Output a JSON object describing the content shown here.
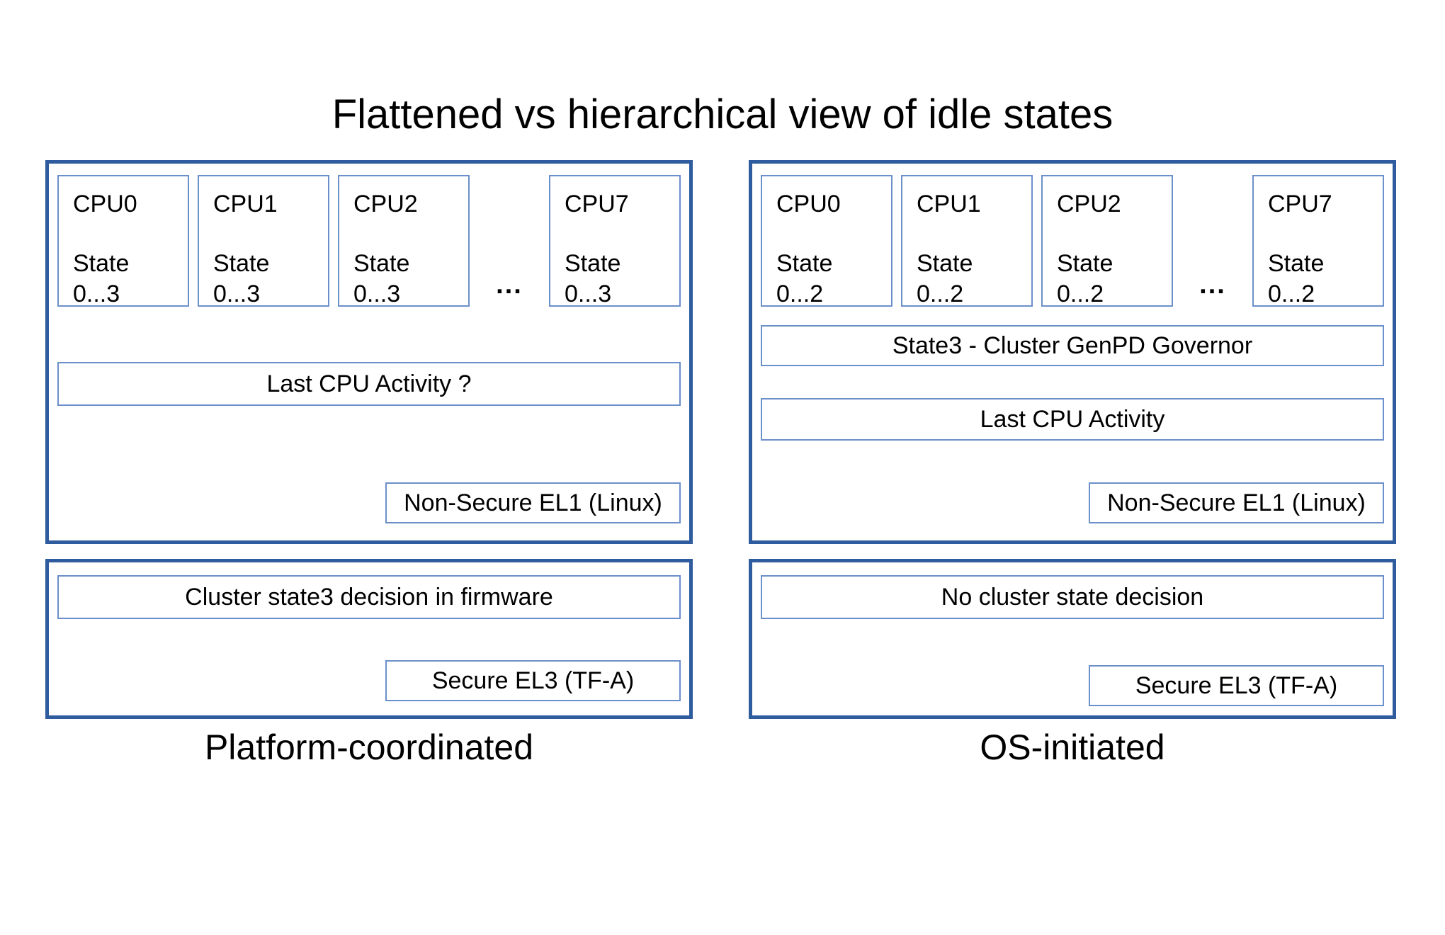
{
  "title": "Flattened vs hierarchical view of idle states",
  "colors": {
    "outer_border": "#2e5c9e",
    "inner_border": "#6b8fc9",
    "text": "#000000",
    "background": "#ffffff"
  },
  "panels": [
    {
      "label": "Platform-coordinated",
      "ellipsis": "...",
      "cpus": [
        {
          "name": "CPU0",
          "state_label": "State",
          "state_range": "0...3"
        },
        {
          "name": "CPU1",
          "state_label": "State",
          "state_range": "0...3"
        },
        {
          "name": "CPU2",
          "state_label": "State",
          "state_range": "0...3"
        },
        {
          "name": "CPU7",
          "state_label": "State",
          "state_range": "0...3"
        }
      ],
      "activity_label": "Last CPU Activity ?",
      "el1_label": "Non-Secure EL1 (Linux)",
      "cluster_decision_label": "Cluster state3 decision in firmware",
      "el3_label": "Secure EL3 (TF-A)"
    },
    {
      "label": "OS-initiated",
      "ellipsis": "...",
      "cpus": [
        {
          "name": "CPU0",
          "state_label": "State",
          "state_range": "0...2"
        },
        {
          "name": "CPU1",
          "state_label": "State",
          "state_range": "0...2"
        },
        {
          "name": "CPU2",
          "state_label": "State",
          "state_range": "0...2"
        },
        {
          "name": "CPU7",
          "state_label": "State",
          "state_range": "0...2"
        }
      ],
      "governor_label": "State3 - Cluster GenPD Governor",
      "activity_label": "Last CPU Activity",
      "el1_label": "Non-Secure EL1 (Linux)",
      "cluster_decision_label": "No cluster state decision",
      "el3_label": "Secure EL3 (TF-A)"
    }
  ]
}
